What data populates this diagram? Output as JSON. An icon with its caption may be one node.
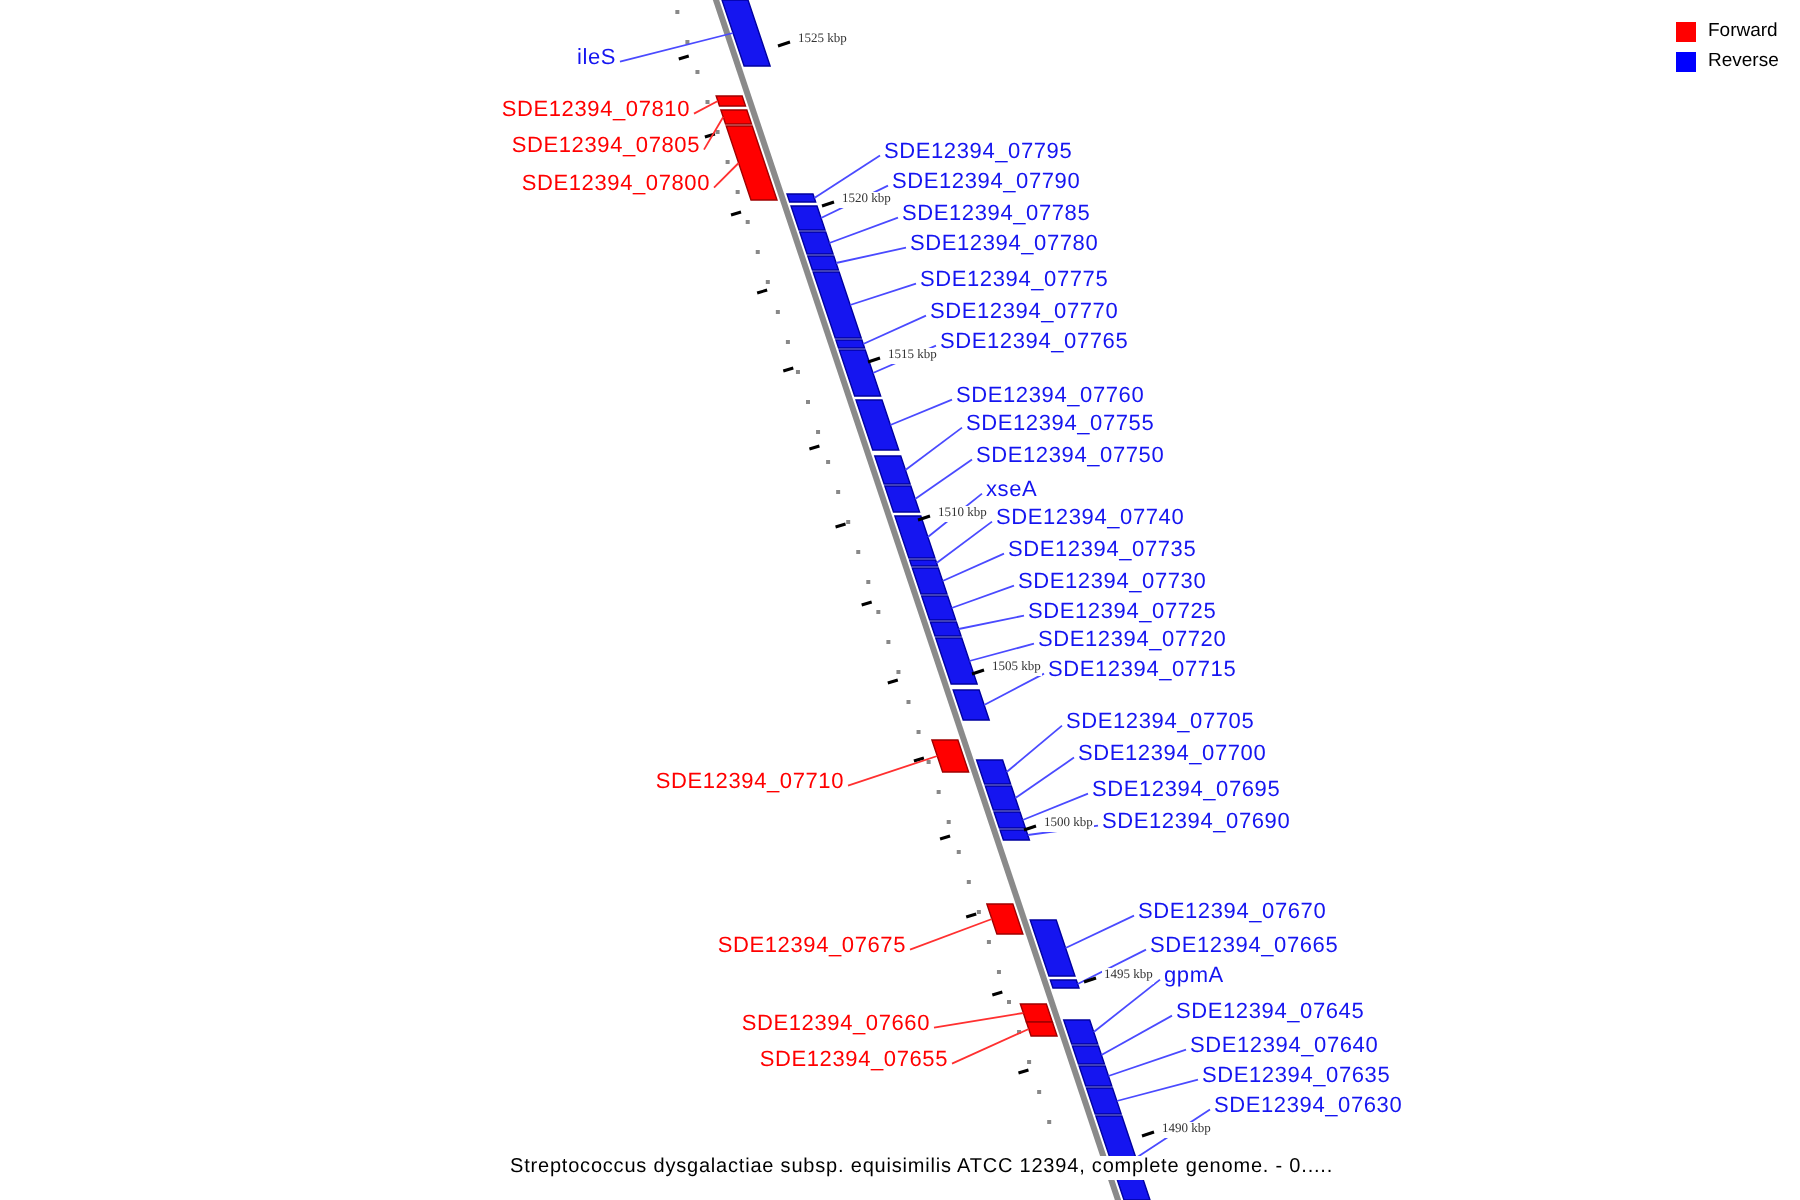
{
  "diagram": {
    "caption": "Streptococcus dysgalactiae subsp. equisimilis ATCC 12394, complete genome. - 0.....",
    "nodes": [
      {
        "text": [
          "ileS"
        ]
      },
      {
        "text": [
          "SDE12394_07810"
        ]
      },
      {
        "text": [
          "SDE12394_07805"
        ]
      },
      {
        "text": [
          "SDE12394_07795"
        ]
      },
      {
        "text": [
          "SDE12394_07800"
        ]
      },
      {
        "text": [
          "SDE12394_07790"
        ]
      },
      {
        "text": [
          "SDE12394_07785"
        ]
      },
      {
        "text": [
          "SDE12394_07780"
        ]
      },
      {
        "text": [
          "SDE12394_07775"
        ]
      },
      {
        "text": [
          "SDE12394_07770"
        ]
      },
      {
        "text": [
          "SDE12394_07765"
        ]
      },
      {
        "text": [
          "SDE12394_07760"
        ]
      },
      {
        "text": [
          "SDE12394_07755"
        ]
      },
      {
        "text": [
          "SDE12394_07750"
        ]
      },
      {
        "text": [
          "xseA"
        ]
      },
      {
        "text": [
          "SDE12394_07740"
        ]
      },
      {
        "text": [
          "SDE12394_07735"
        ]
      },
      {
        "text": [
          "SDE12394_07730"
        ]
      },
      {
        "text": [
          "SDE12394_07725"
        ]
      },
      {
        "text": [
          "SDE12394_07720"
        ]
      },
      {
        "text": [
          "SDE12394_07715"
        ]
      },
      {
        "text": [
          "SDE12394_07705"
        ]
      },
      {
        "text": [
          "SDE12394_07700"
        ]
      },
      {
        "text": [
          "SDE12394_07710"
        ]
      },
      {
        "text": [
          "SDE12394_07695"
        ]
      },
      {
        "text": [
          "SDE12394_07690"
        ]
      },
      {
        "text": [
          "SDE12394_07670"
        ]
      },
      {
        "text": [
          "SDE12394_07675"
        ]
      },
      {
        "text": [
          "SDE12394_07665"
        ]
      },
      {
        "text": [
          "gpmA"
        ]
      },
      {
        "text": [
          "SDE12394_07645"
        ]
      },
      {
        "text": [
          "SDE12394_07660"
        ]
      },
      {
        "text": [
          "SDE12394_07640"
        ]
      },
      {
        "text": [
          "SDE12394_07655"
        ]
      },
      {
        "text": [
          "SDE12394_07635"
        ]
      },
      {
        "text": [
          "SDE12394_07630"
        ]
      },
      {
        "text": [],
        "shape": "bar"
      },
      {
        "text": [],
        "shape": "bar"
      },
      {
        "text": [],
        "shape": "bar"
      },
      {
        "text": [],
        "shape": "bar"
      },
      {
        "text": [],
        "shape": "bar"
      },
      {
        "text": [],
        "shape": "bar"
      },
      {
        "text": [],
        "shape": "bar"
      },
      {
        "text": [],
        "shape": "bar"
      },
      {
        "text": [],
        "shape": "bar"
      },
      {
        "text": [],
        "shape": "bar"
      },
      {
        "text": [],
        "shape": "bar"
      },
      {
        "text": [],
        "shape": "bar"
      },
      {
        "text": [],
        "shape": "bar"
      },
      {
        "text": [],
        "shape": "bar"
      },
      {
        "text": [],
        "shape": "bar"
      },
      {
        "text": [],
        "shape": "bar"
      },
      {
        "text": [],
        "shape": "bar"
      },
      {
        "text": [],
        "shape": "bar"
      },
      {
        "text": [],
        "shape": "bar"
      },
      {
        "text": [],
        "shape": "bar"
      },
      {
        "text": [],
        "shape": "bar"
      },
      {
        "text": [],
        "shape": "bar"
      },
      {
        "text": [],
        "shape": "bar"
      },
      {
        "text": [],
        "shape": "bar"
      },
      {
        "text": [],
        "shape": "bar"
      },
      {
        "text": [],
        "shape": "bar"
      },
      {
        "text": [],
        "shape": "bar"
      },
      {
        "text": [],
        "shape": "bar"
      },
      {
        "text": [],
        "shape": "bar"
      },
      {
        "text": [],
        "shape": "bar"
      },
      {
        "text": [],
        "shape": "bar"
      },
      {
        "text": [],
        "shape": "bar"
      },
      {
        "text": [],
        "shape": "bar"
      },
      {
        "text": [],
        "shape": "bar"
      },
      {
        "text": [],
        "shape": "bar"
      },
      {
        "text": [],
        "shape": "bar"
      }
    ],
    "edges": [
      {
        "from": 0,
        "to": 36,
        "arrow": "none"
      },
      {
        "from": 1,
        "to": 37,
        "arrow": "none",
        "color": "#ff3030"
      },
      {
        "from": 2,
        "to": 38,
        "arrow": "none",
        "color": "#ff3030"
      },
      {
        "from": 3,
        "to": 40,
        "arrow": "none"
      },
      {
        "from": 4,
        "to": 39,
        "arrow": "none",
        "color": "#ff3030"
      },
      {
        "from": 5,
        "to": 41,
        "arrow": "none"
      },
      {
        "from": 6,
        "to": 42,
        "arrow": "none"
      },
      {
        "from": 7,
        "to": 43,
        "arrow": "none"
      },
      {
        "from": 8,
        "to": 44,
        "arrow": "none"
      },
      {
        "from": 9,
        "to": 45,
        "arrow": "none"
      },
      {
        "from": 10,
        "to": 46,
        "arrow": "none"
      },
      {
        "from": 11,
        "to": 47,
        "arrow": "none"
      },
      {
        "from": 12,
        "to": 48,
        "arrow": "none"
      },
      {
        "from": 13,
        "to": 49,
        "arrow": "none"
      },
      {
        "from": 14,
        "to": 50,
        "arrow": "none"
      },
      {
        "from": 15,
        "to": 51,
        "arrow": "none"
      },
      {
        "from": 16,
        "to": 52,
        "arrow": "none"
      },
      {
        "from": 17,
        "to": 53,
        "arrow": "none"
      },
      {
        "from": 18,
        "to": 54,
        "arrow": "none"
      },
      {
        "from": 19,
        "to": 55,
        "arrow": "none"
      },
      {
        "from": 20,
        "to": 56,
        "arrow": "none"
      },
      {
        "from": 21,
        "to": 58,
        "arrow": "none"
      },
      {
        "from": 22,
        "to": 59,
        "arrow": "none"
      },
      {
        "from": 23,
        "to": 57,
        "arrow": "none",
        "color": "#ff3030"
      },
      {
        "from": 24,
        "to": 60,
        "arrow": "none"
      },
      {
        "from": 25,
        "to": 61,
        "arrow": "none"
      },
      {
        "from": 26,
        "to": 63,
        "arrow": "none"
      },
      {
        "from": 27,
        "to": 62,
        "arrow": "none",
        "color": "#ff3030"
      },
      {
        "from": 28,
        "to": 64,
        "arrow": "none"
      },
      {
        "from": 29,
        "to": 67,
        "arrow": "none"
      },
      {
        "from": 30,
        "to": 68,
        "arrow": "none"
      },
      {
        "from": 31,
        "to": 65,
        "arrow": "none",
        "color": "#ff3030"
      },
      {
        "from": 32,
        "to": 69,
        "arrow": "none"
      },
      {
        "from": 33,
        "to": 66,
        "arrow": "none",
        "color": "#ff3030"
      },
      {
        "from": 34,
        "to": 70,
        "arrow": "none"
      },
      {
        "from": 35,
        "to": 71,
        "arrow": "none"
      }
    ],
    "labels": [
      "1525 kbp",
      "1520 kbp",
      "1515 kbp",
      "1510 kbp",
      "1505 kbp",
      "1500 kbp",
      "1495 kbp",
      "1490 kbp"
    ],
    "legend": [
      {
        "text": "Forward",
        "color": "#ff0000"
      },
      {
        "text": "Reverse",
        "color": "#0000ff"
      }
    ]
  }
}
